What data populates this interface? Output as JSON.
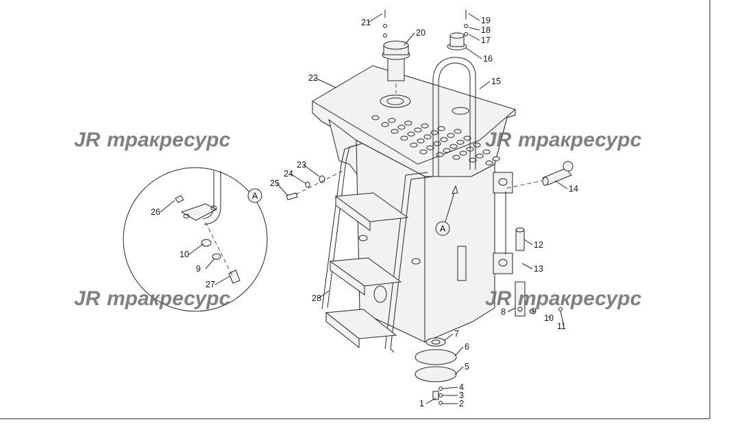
{
  "watermark_text": "тракресурс",
  "watermark_logo": "JR",
  "callouts": [
    "1",
    "2",
    "3",
    "4",
    "5",
    "6",
    "7",
    "8",
    "9",
    "10",
    "11",
    "12",
    "13",
    "14",
    "15",
    "16",
    "17",
    "18",
    "19",
    "20",
    "21",
    "22",
    "23",
    "24",
    "25",
    "26",
    "27",
    "28"
  ],
  "detail": {
    "marker": "A",
    "callouts": [
      "26",
      "10",
      "9",
      "27"
    ]
  },
  "colors": {
    "line": "#222222",
    "watermark": "#6b6b6b",
    "background": "#ffffff"
  }
}
